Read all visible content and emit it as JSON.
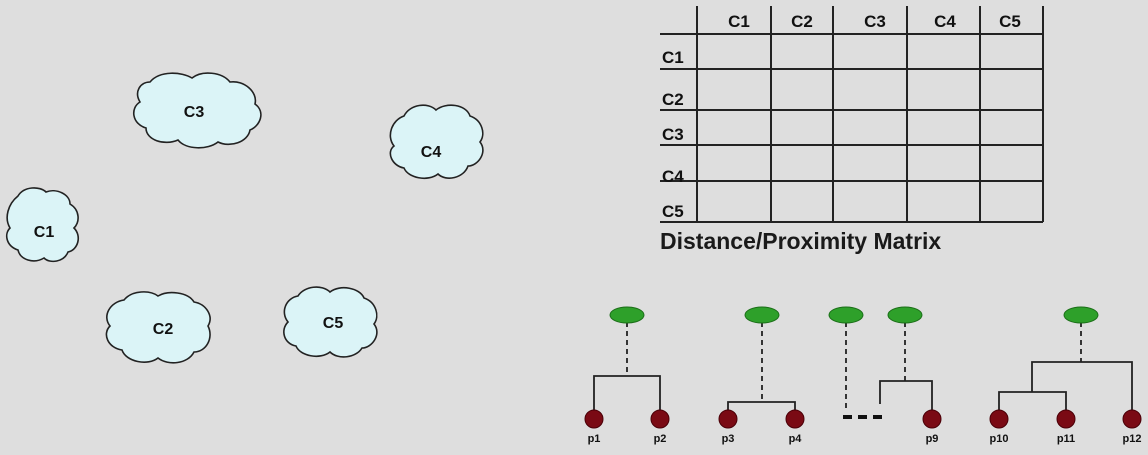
{
  "clusters": [
    {
      "id": "c3",
      "label": "C3"
    },
    {
      "id": "c4",
      "label": "C4"
    },
    {
      "id": "c1",
      "label": "C1"
    },
    {
      "id": "c2",
      "label": "C2"
    },
    {
      "id": "c5",
      "label": "C5"
    }
  ],
  "matrix": {
    "col_headers": [
      "C1",
      "C2",
      "C3",
      "C4",
      "C5"
    ],
    "row_headers": [
      "C1",
      "C2",
      "C3",
      "C4",
      "C5"
    ],
    "caption": "Distance/Proximity Matrix"
  },
  "dendrogram": {
    "leaves": [
      "p1",
      "p2",
      "p3",
      "p4",
      "p9",
      "p10",
      "p11",
      "p12"
    ]
  },
  "colors": {
    "background": "#dedede",
    "cluster_fill": "#dbf4f7",
    "cluster_stroke": "#222222",
    "root_node": "#2ea02a",
    "leaf_node": "#7a0a14",
    "lines": "#222222"
  }
}
